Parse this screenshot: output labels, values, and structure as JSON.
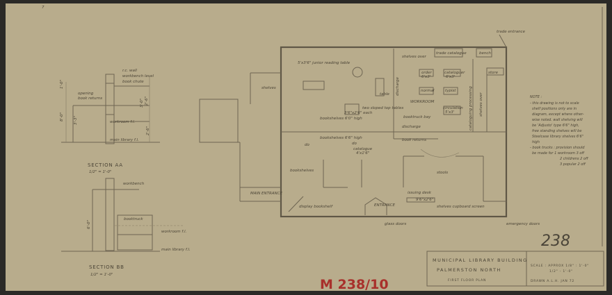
{
  "title_block": {
    "line1": "MUNICIPAL LIBRARY BUILDING",
    "line2": "PALMERSTON NORTH",
    "line3": "FIRST FLOOR PLAN",
    "scale_label": "SCALE : APPROX 1/8\" : 1'-0\"",
    "scale_alt": "1/2\" - 1'-0\"",
    "drawn": "DRAWN A.L.H. JAN 72"
  },
  "sheet_number": "238",
  "archive_stamp": "M 238/10",
  "top_mark": "7",
  "sections": {
    "aa_title": "SECTION AA",
    "aa_scale": "1/2\" = 1'-0\"",
    "bb_title": "SECTION BB",
    "bb_scale": "1/2\" = 1'-0\"",
    "aa_labels": [
      "r.c. wall",
      "workbench level",
      "book chute",
      "opening",
      "book returns",
      "workroom f.l.",
      "main library f.l."
    ],
    "aa_dims": [
      "1'-0\"",
      "8'-0\"",
      "3'-3\"",
      "2'-6\"",
      "3'-0\"",
      "2'-6\""
    ],
    "bb_labels": [
      "workbench",
      "booktruck",
      "workroom f.l.",
      "main library f.l."
    ],
    "bb_dims": [
      "6'-0\""
    ]
  },
  "plan_labels": {
    "trade_entrance": "trade entrance",
    "junior_table": "5'x3'6\" junior reading table",
    "shelves_over": "shelves over",
    "trade_catalogue": "trade catalogue",
    "bench": "bench",
    "store": "store",
    "order": "order",
    "order_dim": "6'x3'",
    "cataloguer": "cataloguer",
    "cataloguer_dim": "6'x3'",
    "normal": "normal",
    "typist": "typist",
    "workroom": "WORKROOM",
    "circulation": "circulation",
    "circulation_dim": "5'x3'",
    "cataloguing_processing": "cataloguing processing",
    "shelves_over2": "shelves over",
    "discharge": "discharge",
    "table": "table",
    "sloped_tables": "two sloped top tables",
    "sloped_dim": "3'6\"x2'6\" each",
    "booktruck_bay": "booktruck bay",
    "discharge2": "discharge",
    "book_returns": "book returns",
    "bookshelves_6": "bookshelves 6'0\" high",
    "bookshelves_66": "bookshelves 6'6\" high",
    "do1": "do",
    "do2": "do",
    "catalogue": "catalogue",
    "catalogue_dim": "4'x1'6\"",
    "shelves": "shelves",
    "bookshelves": "bookshelves",
    "stools": "stools",
    "main_entrance": "MAIN ENTRANCE",
    "issuing_desk": "issuing desk",
    "issuing_dim": "9'6\"x2'6\"",
    "display_bookshelf": "display bookshelf",
    "entrance": "ENTRANCE",
    "shelves_cupboard": "shelves cupboard screen",
    "glass_doors": "glass doors",
    "emergency_doors": "emergency doors"
  },
  "note": {
    "title": "NOTE :",
    "lines": [
      "- this drawing is not to scale",
      "shelf positions only are in",
      "diagram, except where other-",
      "wise noted. wall shelving will",
      "be 'Adjusto' type 6'6\" high,",
      "free standing shelves will be",
      "Steelcase library shelves 6'6\"",
      "high",
      "- book trucks : provision should",
      "be made for 1 workroom 3 off",
      "2 childrens 2 off",
      "3 popular 2 off"
    ]
  }
}
